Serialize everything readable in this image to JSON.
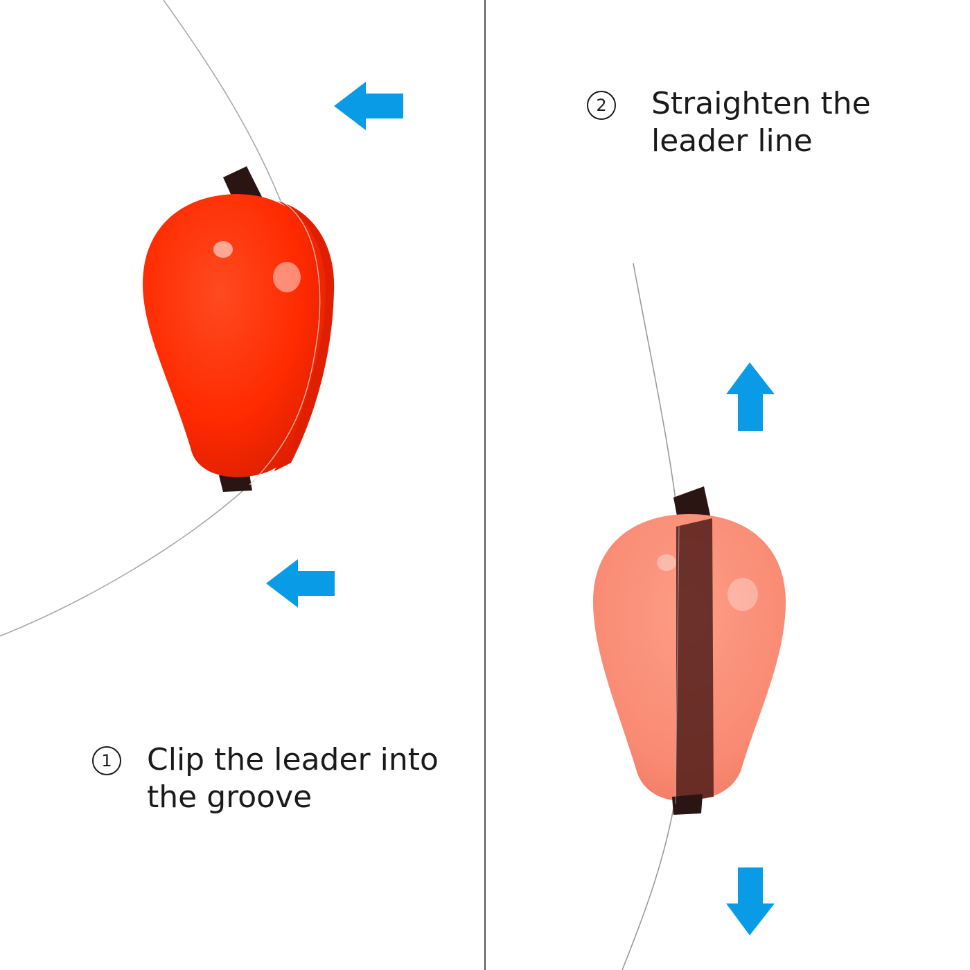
{
  "steps": [
    {
      "number": "1",
      "line1": "Clip the leader into",
      "line2": "the groove"
    },
    {
      "number": "2",
      "line1": "Straighten the",
      "line2": "leader line"
    }
  ],
  "colors": {
    "arrow": "#0a9be6",
    "float_red": "#ff2a00",
    "float_pink": "#fb8f78",
    "tube": "#2a1512",
    "divider": "#555555",
    "line": "#9a9a9a"
  },
  "icons": [
    "arrow-left-icon",
    "arrow-left-icon",
    "arrow-up-icon",
    "arrow-down-icon"
  ]
}
